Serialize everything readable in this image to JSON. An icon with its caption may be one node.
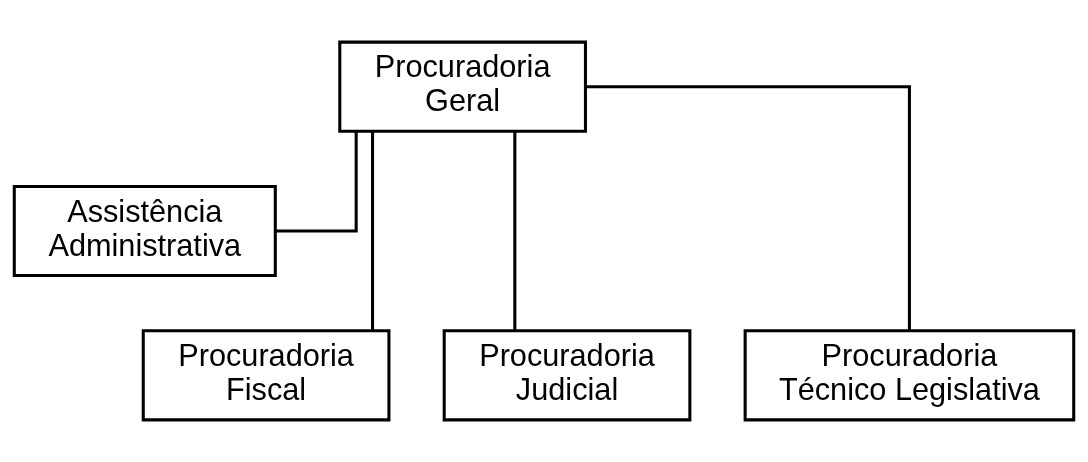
{
  "diagram": {
    "nodes": [
      {
        "text": [
          "Procuradoria Geral"
        ]
      },
      {
        "text": [
          "Assistência Administrativa"
        ]
      },
      {
        "text": [
          "Procuradoria Fiscal"
        ]
      },
      {
        "text": [
          "Procuradoria Judicial"
        ]
      },
      {
        "text": [
          "Procuradoria Técnico Legislativa"
        ]
      }
    ],
    "edges": [
      {
        "from": 0,
        "to": 1,
        "arrow": "none"
      },
      {
        "from": 0,
        "to": 2,
        "arrow": "none"
      },
      {
        "from": 0,
        "to": 3,
        "arrow": "none"
      },
      {
        "from": 0,
        "to": 4,
        "arrow": "none"
      }
    ]
  }
}
